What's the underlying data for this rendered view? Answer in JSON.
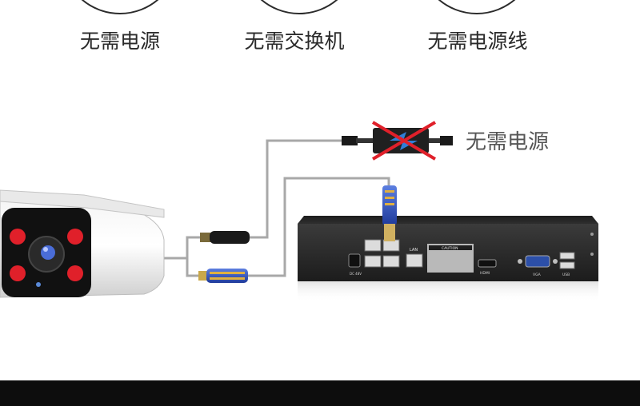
{
  "features": [
    {
      "label": "无需电源"
    },
    {
      "label": "无需交换机"
    },
    {
      "label": "无需电源线"
    }
  ],
  "annotation": {
    "label": "无需电源"
  },
  "nvr": {
    "lan_label": "LAN",
    "caution_label": "CAUTION",
    "hdmi_label": "HDMI",
    "vga_label": "VGA",
    "usb_label": "USB",
    "dc_label": "DC 48V"
  },
  "colors": {
    "cable": "#a8a8a8",
    "cross": "#e0202a",
    "camera_ir": "#e0202a",
    "rj45_boot": "#2f4fb0",
    "footer": "#0d0d0d"
  }
}
